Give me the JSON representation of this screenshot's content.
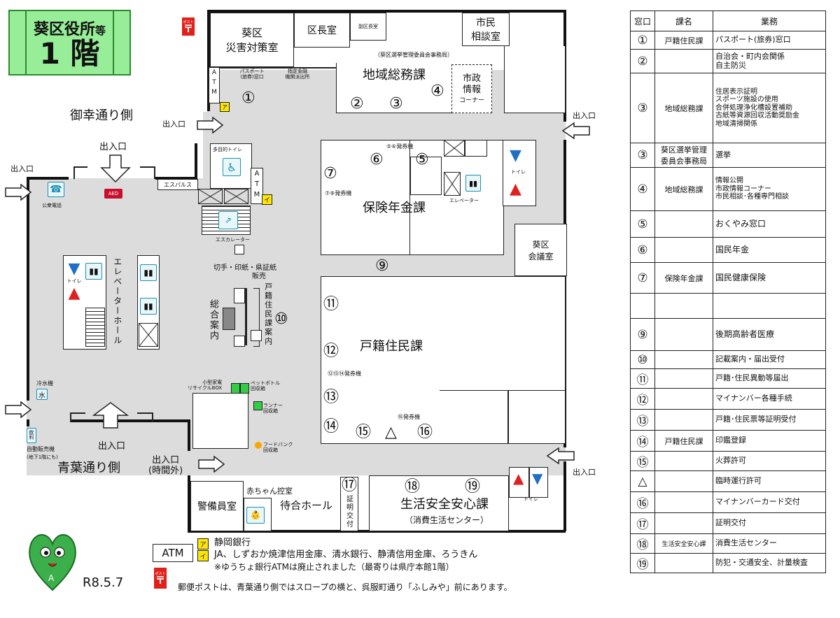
{
  "badge": {
    "line1": "葵区役所",
    "suffix": "等",
    "line2": "1 階"
  },
  "post_icon_label": "ポスト",
  "rooms": {
    "disaster": "葵区\n災害対策室",
    "ward_chief": "区長室",
    "vice_chief": "副区長室",
    "citizen_consult": "市民\n相談室",
    "election_office": "（葵区選挙管理委員会事務局）",
    "regional_affairs": "地域総務課",
    "city_info": "市政\n情報",
    "corner": "コーナー",
    "passport_window": "パスポート\n(旅券)窓口",
    "bank_branch": "指定金融\n機関派出所",
    "insurance": "保険年金課",
    "assembly": "葵区\n会議室",
    "family_register": "戸籍住民課",
    "safety": "生活安全安心課",
    "consumer_center": "（消費生活センター）",
    "guard": "警備員室",
    "waiting_hall": "待合ホール",
    "baby_room": "赤ちゃん控室",
    "elevator_hall": "エレベーターホール",
    "general_info": "総合案内",
    "family_guide": "戸籍住民課案内",
    "certificate": "証明交付"
  },
  "labels": {
    "miyuki_side": "御幸通り側",
    "aoba_side": "青葉通り側",
    "entrance": "出入口",
    "entrance_after_hours_1": "出入口",
    "entrance_after_hours_2": "(時間外)",
    "multi_toilet": "多目的トイレ",
    "escalator": "エスカレーター",
    "escalator_label": "エスパルス",
    "elevator": "エレベーター",
    "toilet": "トイレ",
    "public_phone": "公衆電話",
    "aed": "AED",
    "water_cooler": "冷水機",
    "water": "水",
    "vending": "自動販売機",
    "vending_note": "(地下1階にも)",
    "drinks": "飲\n料",
    "stamps_1": "切手・印紙・県証紙",
    "stamps_2": "販売",
    "small_appliance": "小型家電\nリサイクルBOX",
    "pet_bottle": "ペットボトル\n回収箱",
    "runner": "ランナー\n回収箱",
    "food_bank": "フードバンク\n回収箱",
    "ticket_56": "⑤⑥発券機",
    "ticket_79": "⑦⑨発券機",
    "ticket_121314": "⑫⑬⑭発券機",
    "ticket_16": "⑯発券機",
    "atm": "ATM",
    "atm_a": "ア",
    "atm_i": "イ",
    "legend_a": "静岡銀行",
    "legend_i": "JA、しずおか焼津信用金庫、清水銀行、静清信用金庫、ろうきん",
    "legend_note": "※ゆうちょ銀行ATMは廃止されました（最寄りは県庁本館1階）",
    "post_note": "郵便ポストは、青葉通り側ではスロープの横と、呉服町通り「ふしみや」前にあります。",
    "date": "R8.5.7"
  },
  "markers": {
    "m1": "①",
    "m2": "②",
    "m3": "③",
    "m4": "④",
    "m5": "⑤",
    "m6": "⑥",
    "m7": "⑦",
    "m9": "⑨",
    "m10": "⑩",
    "m11": "⑪",
    "m12": "⑫",
    "m13": "⑬",
    "m14": "⑭",
    "m15": "⑮",
    "m16": "⑯",
    "m17": "⑰",
    "m18": "⑱",
    "m19": "⑲",
    "tri": "△"
  },
  "table": {
    "headers": [
      "窓口",
      "課名",
      "業務"
    ],
    "rows": [
      {
        "no": "①",
        "dept": "戸籍住民課",
        "work": "パスポート(旅券)窓口"
      },
      {
        "no": "②",
        "dept": "",
        "work": "自治会・町内会関係\n自主防災"
      },
      {
        "no": "③",
        "dept": "地域総務課",
        "work": "住居表示証明\nスポーツ施設の使用\n合併処理浄化槽設置補助\n古紙等資源回収活動奨励金\n地域清掃関係"
      },
      {
        "no": "③",
        "dept": "葵区選挙管理\n委員会事務局",
        "work": "選挙"
      },
      {
        "no": "④",
        "dept": "地域総務課",
        "work": "情報公開\n市政情報コーナー\n市民相談･各種専門相談"
      },
      {
        "no": "⑤",
        "dept": "",
        "work": "おくやみ窓口"
      },
      {
        "no": "⑥",
        "dept": "",
        "work": "国民年金"
      },
      {
        "no": "⑦",
        "dept": "保険年金課",
        "work": "国民健康保険"
      },
      {
        "no": "",
        "dept": "",
        "work": ""
      },
      {
        "no": "⑨",
        "dept": "",
        "work": "後期高齢者医療"
      },
      {
        "no": "⑩",
        "dept": "",
        "work": "記載案内・届出受付"
      },
      {
        "no": "⑪",
        "dept": "",
        "work": "戸籍･住民異動等届出"
      },
      {
        "no": "⑫",
        "dept": "",
        "work": "マイナンバー各種手続"
      },
      {
        "no": "⑬",
        "dept": "",
        "work": "戸籍･住民票等証明受付"
      },
      {
        "no": "⑭",
        "dept": "戸籍住民課",
        "work": "印鑑登録"
      },
      {
        "no": "⑮",
        "dept": "",
        "work": "火葬許可"
      },
      {
        "no": "△",
        "dept": "",
        "work": "臨時運行許可"
      },
      {
        "no": "⑯",
        "dept": "",
        "work": "マイナンバーカード交付"
      },
      {
        "no": "⑰",
        "dept": "",
        "work": "証明交付"
      },
      {
        "no": "⑱",
        "dept": "生活安全安心課",
        "work": "消費生活センター"
      },
      {
        "no": "⑲",
        "dept": "",
        "work": "防犯・交通安全、計量検査"
      }
    ]
  },
  "colors": {
    "badge_bg": "#98ee98",
    "badge_border": "#2c8a2c",
    "post_red": "#e0201a",
    "atm_yellow": "#ffe600",
    "toilet_blue": "#1f6fc7",
    "toilet_red": "#e02020",
    "floor_gray": "#dcdcdc",
    "green_box": "#33cc44",
    "food_orange": "#f5a800",
    "mascot_green": "#3bb04a"
  }
}
